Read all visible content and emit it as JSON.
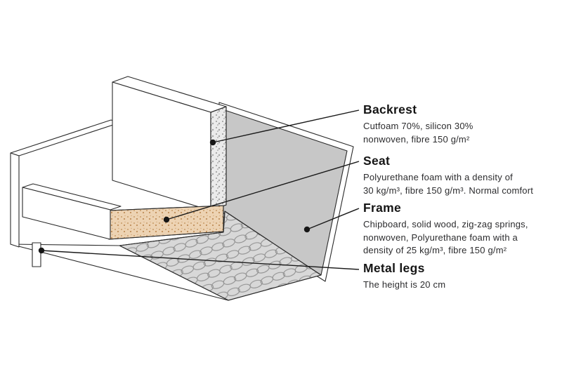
{
  "diagram": {
    "type": "sofa-construction-cutaway",
    "background": "#ffffff"
  },
  "illustration": {
    "colors": {
      "outline": "#2a2a2a",
      "frame_panel": "#c7c7c7",
      "spring_deck": "#d8d8d8",
      "seat_foam": "#edd3b3",
      "backrest_foam": "#ebebeb",
      "cushion": "#ffffff",
      "marker": "#161616"
    }
  },
  "labels": [
    {
      "id": "backrest",
      "title": "Backrest",
      "desc": "Cutfoam 70%, silicon 30%\nnonwoven, fibre 150 g/m²"
    },
    {
      "id": "seat",
      "title": "Seat",
      "desc": "Polyurethane foam with a density of\n30 kg/m³, fibre 150 g/m³. Normal comfort"
    },
    {
      "id": "frame",
      "title": "Frame",
      "desc": "Chipboard, solid wood, zig-zag springs,\nnonwoven, Polyurethane foam with a\ndensity of 25 kg/m³, fibre 150 g/m²"
    },
    {
      "id": "metal-legs",
      "title": "Metal legs",
      "desc": "The height is 20 cm"
    }
  ]
}
